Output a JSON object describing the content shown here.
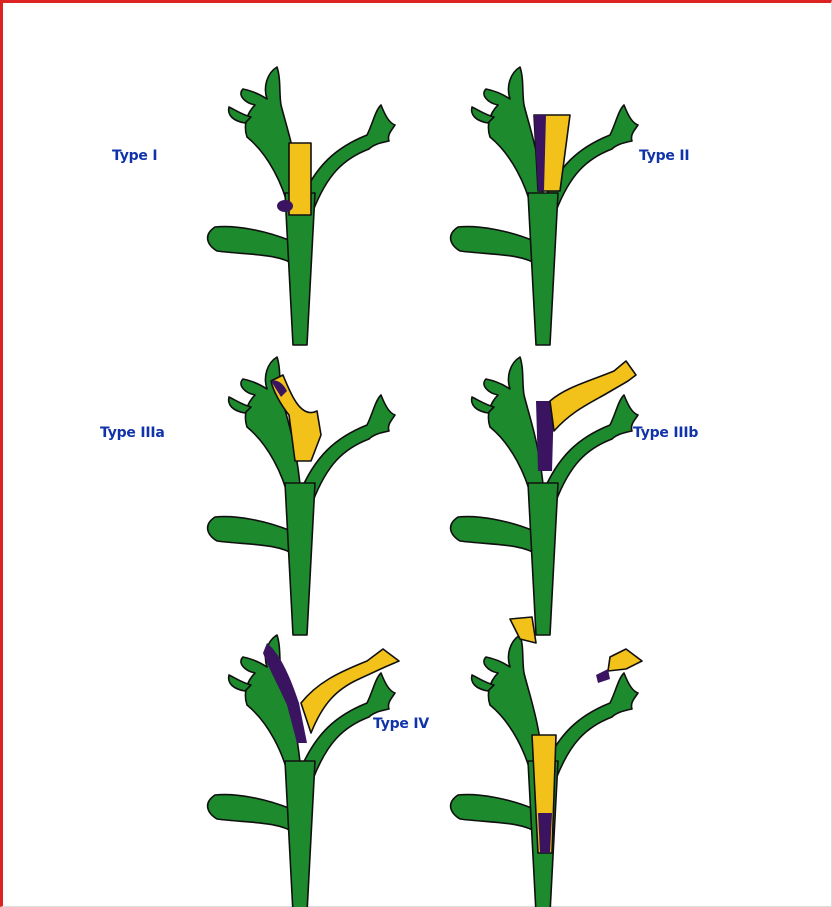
{
  "labels": {
    "type_1": "Type I",
    "type_2": "Type II",
    "type_3a": "Type IIIa",
    "type_3b": "Type IIIb",
    "type_4": "Type IV"
  },
  "colors": {
    "frame": "#dd2222",
    "duct": "#1e8a2e",
    "tumor_yellow": "#f2c21a",
    "tumor_purple": "#3a1460",
    "label": "#1133aa"
  }
}
